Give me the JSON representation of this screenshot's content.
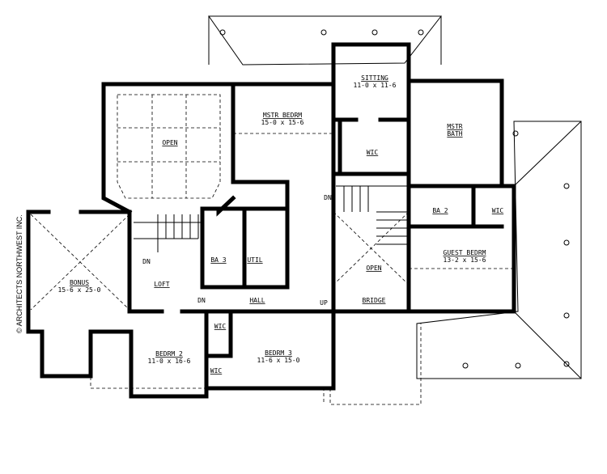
{
  "copyright": "© ARCHITECTS NORTHWEST INC.",
  "rooms": {
    "open_top": {
      "name": "OPEN"
    },
    "mstr_bedrm": {
      "name": "MSTR BEDRM",
      "size": "15-0 x 15-6"
    },
    "sitting": {
      "name": "SITTING",
      "size": "11-0 x 11-6"
    },
    "mstr_bath": {
      "name": "MSTR",
      "name2": "BATH"
    },
    "wic_master": {
      "name": "WIC"
    },
    "bonus": {
      "name": "BONUS",
      "size": "15-6 x 25-0"
    },
    "loft": {
      "name": "LOFT"
    },
    "ba3": {
      "name": "BA 3"
    },
    "util": {
      "name": "UTIL"
    },
    "hall": {
      "name": "HALL"
    },
    "open_stair": {
      "name": "OPEN"
    },
    "bridge": {
      "name": "BRIDGE"
    },
    "ba2": {
      "name": "BA 2"
    },
    "wic_guest": {
      "name": "WIC"
    },
    "guest_bedrm": {
      "name": "GUEST BEDRM",
      "size": "13-2 x 15-6"
    },
    "bedrm2": {
      "name": "BEDRM 2",
      "size": "11-0 x 16-6"
    },
    "bedrm3": {
      "name": "BEDRM 3",
      "size": "11-6 x 15-0"
    },
    "wic_b2a": {
      "name": "WIC"
    },
    "wic_b2b": {
      "name": "WIC"
    }
  },
  "stair_labels": {
    "dn_loft": "DN",
    "dn_hall": "DN",
    "dn_stair": "DN",
    "up_bridge": "UP"
  }
}
